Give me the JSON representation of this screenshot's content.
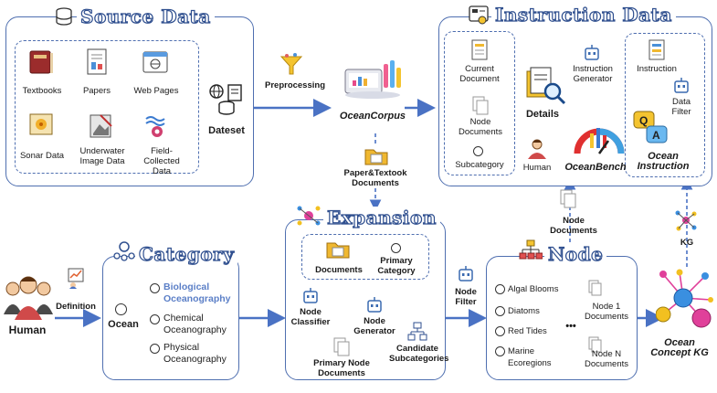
{
  "sections": {
    "source": {
      "title": "Source Data",
      "items": [
        "Textbooks",
        "Papers",
        "Web Pages",
        "Sonar Data",
        "Underwater Image Data",
        "Field-Collected Data"
      ],
      "dataset": "Dateset"
    },
    "preprocessing": "Preprocessing",
    "corpus": "OceanCorpus",
    "paper_docs": "Paper&Textook Documents",
    "instruction": {
      "title": "Instruction Data",
      "current_document": "Current Document",
      "node_documents": "Node Documents",
      "subcategory": "Subcategory",
      "details": "Details",
      "human": "Human",
      "instruction_generator": "Instruction Generator",
      "instruction": "Instruction",
      "data_filter": "Data Filter",
      "bench": "OceanBench",
      "ocean_instruction": "Ocean Instruction"
    },
    "category": {
      "title": "Category",
      "ocean": "Ocean",
      "items": [
        "Biological Oceanography",
        "Chemical Oceanography",
        "Physical Oceanography"
      ]
    },
    "human": "Human",
    "definition": "Definition",
    "expansion": {
      "title": "Expansion",
      "documents": "Documents",
      "primary_category": "Primary Category",
      "node_classifier": "Node Classifier",
      "node_generator": "Node Generator",
      "primary_node_documents": "Primary Node Documents",
      "candidate_subcategories": "Candidate Subcategories"
    },
    "node_filter": "Node Filter",
    "node": {
      "title": "Node",
      "items": [
        "Algal Blooms",
        "Diatoms",
        "Red Tides",
        "Marine Ecoregions"
      ],
      "node1": "Node 1 Documents",
      "nodeN": "Node N Documents",
      "dots": "•••"
    },
    "node_documents_up": "Node Documents",
    "kg": "KG",
    "concept_kg": "Ocean Concept KG"
  },
  "colors": {
    "accent": "#4f6fb0",
    "arrow": "#4a72c4",
    "category_highlight": "#5b7fc7",
    "kg_pink": "#e0409a",
    "kg_yellow": "#f2c020",
    "kg_blue": "#3a8fe0"
  }
}
